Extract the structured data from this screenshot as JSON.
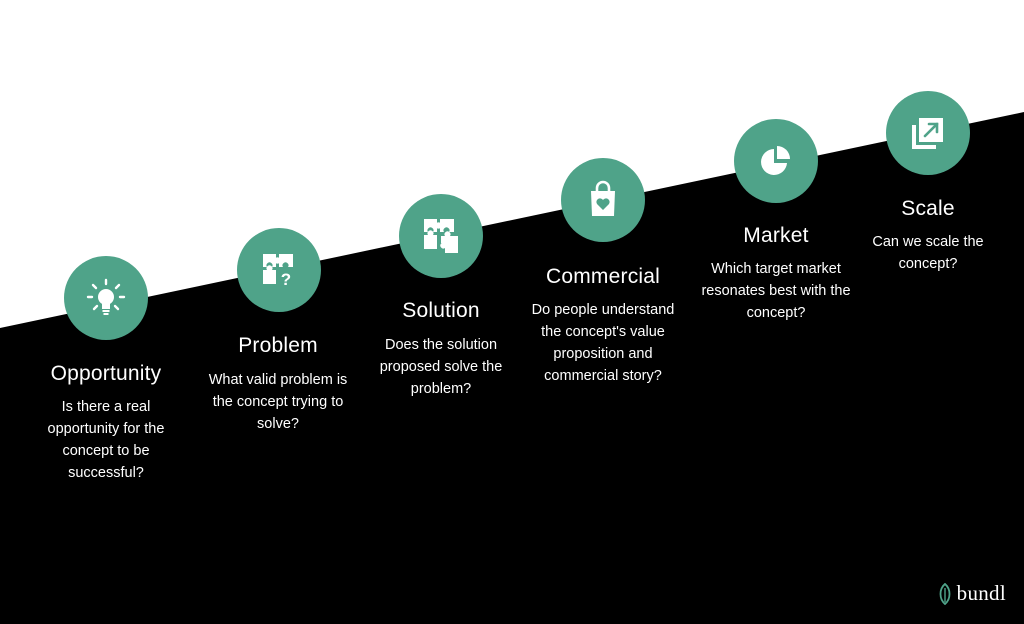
{
  "stages": [
    {
      "title": "Opportunity",
      "description": "Is there a real opportunity for the concept to be successful?",
      "icon": "lightbulb-icon"
    },
    {
      "title": "Problem",
      "description": "What valid problem is the concept trying to solve?",
      "icon": "puzzle-question-icon"
    },
    {
      "title": "Solution",
      "description": "Does the solution proposed solve the problem?",
      "icon": "puzzle-icon"
    },
    {
      "title": "Commercial",
      "description": "Do people understand the concept's value proposition and commercial story?",
      "icon": "shopping-bag-heart-icon"
    },
    {
      "title": "Market",
      "description": "Which target market resonates best with the concept?",
      "icon": "pie-chart-icon"
    },
    {
      "title": "Scale",
      "description": "Can we scale the concept?",
      "icon": "scale-arrow-icon"
    }
  ],
  "logo": {
    "text": "bundl"
  },
  "colors": {
    "accent": "#4fa389",
    "background_top": "#ffffff",
    "background_bottom": "#000000"
  }
}
